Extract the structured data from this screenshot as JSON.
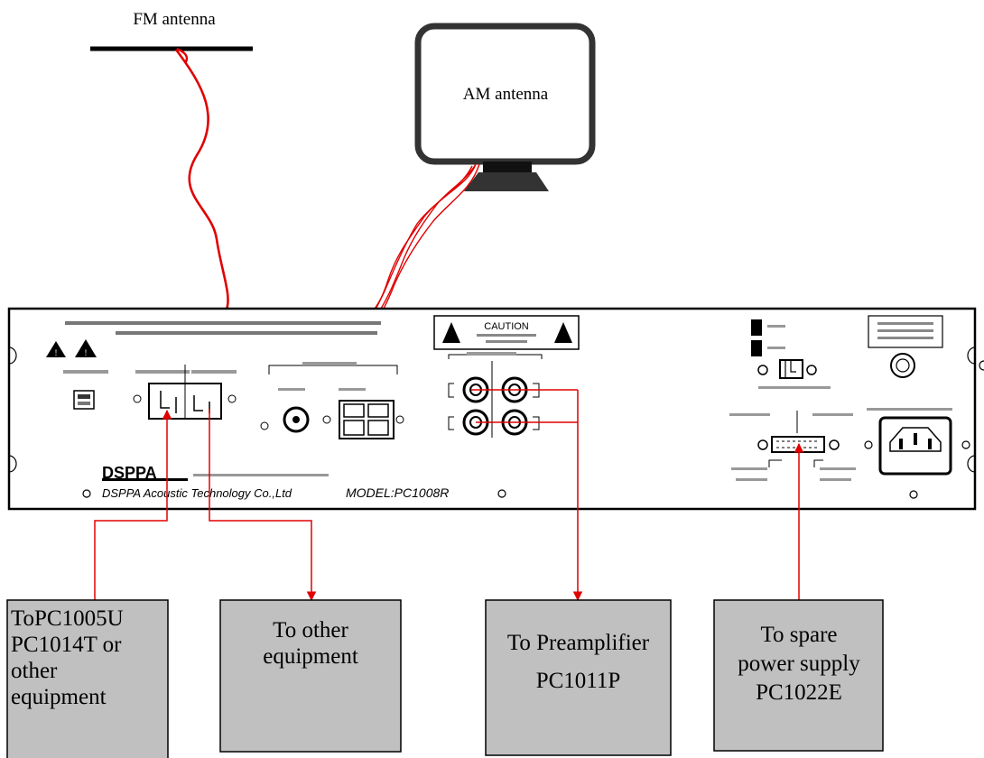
{
  "fm_antenna_label": "FM antenna",
  "am_antenna_label": "AM antenna",
  "panel": {
    "brand": "DSPPA",
    "company": "DSPPA Acoustic Technology Co.,Ltd",
    "model": "MODEL:PC1008R",
    "caution": "CAUTION"
  },
  "destinations": [
    {
      "lines": [
        "ToPC1005U",
        "PC1014T or",
        "other",
        "equipment"
      ]
    },
    {
      "lines": [
        "To other",
        "equipment"
      ]
    },
    {
      "lines": [
        "To Preamplifier",
        "PC1011P"
      ]
    },
    {
      "lines": [
        "To spare",
        "power supply",
        "PC1022E"
      ]
    }
  ],
  "colors": {
    "cable": "#e00000",
    "box_fill": "#c0c0c0",
    "panel_stroke": "#000000"
  }
}
